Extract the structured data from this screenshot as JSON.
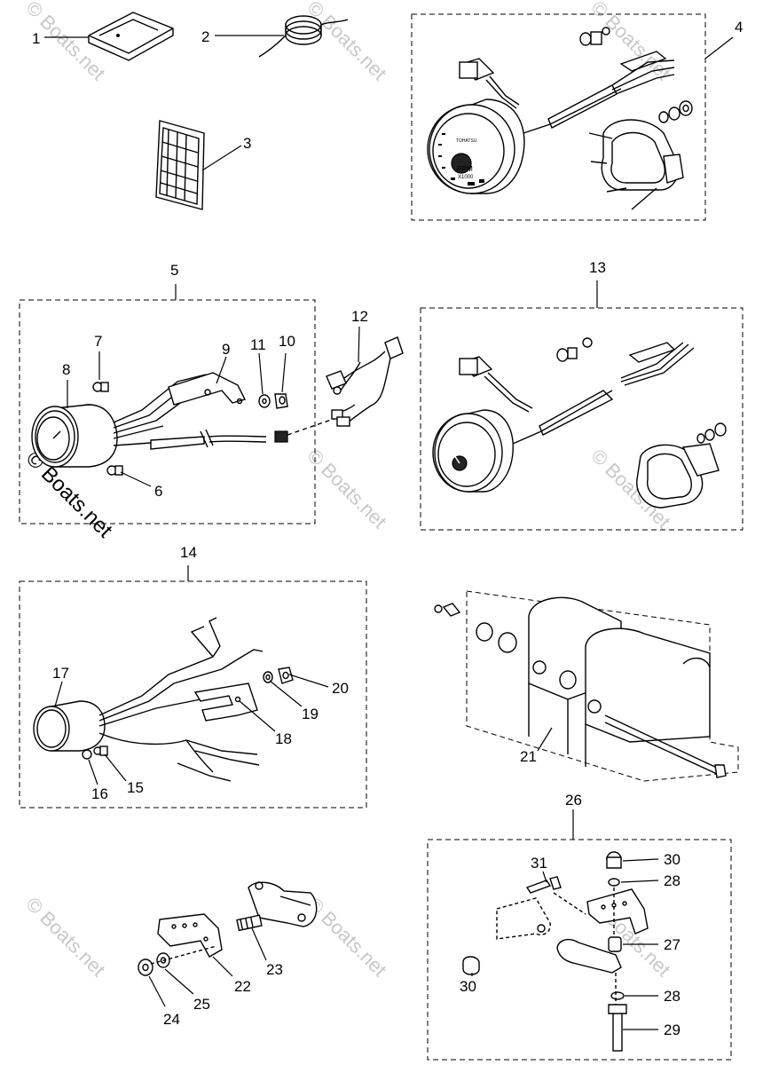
{
  "watermark": {
    "text": "© Boats.net",
    "prominent_text": "© Boats.net"
  },
  "callouts": {
    "c1": "1",
    "c2": "2",
    "c3": "3",
    "c4": "4",
    "c5": "5",
    "c6": "6",
    "c7": "7",
    "c8": "8",
    "c9": "9",
    "c10": "10",
    "c11": "11",
    "c12": "12",
    "c13": "13",
    "c14": "14",
    "c15": "15",
    "c16": "16",
    "c17": "17",
    "c18": "18",
    "c19": "19",
    "c20": "20",
    "c21": "21",
    "c22": "22",
    "c23": "23",
    "c24": "24",
    "c25": "25",
    "c26": "26",
    "c27": "27",
    "c28a": "28",
    "c28b": "28",
    "c29": "29",
    "c30a": "30",
    "c30b": "30",
    "c31": "31"
  },
  "gauge_text": {
    "tach_rpm": "RPM",
    "tach_scale": "X1000",
    "tach_brand": "TOHATSU"
  }
}
